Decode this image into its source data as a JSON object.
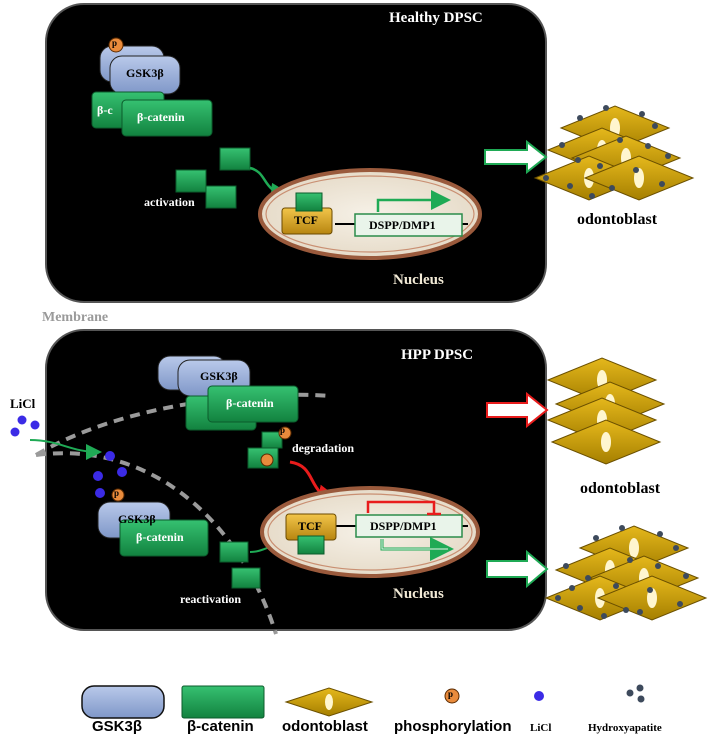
{
  "top_panel": {
    "title": "Healthy DPSC",
    "gsk_label": "GSK3β",
    "catenin_label": "β-catenin",
    "catenin_back_label": "β-c",
    "phospho_mark": "p",
    "activation_label": "activation",
    "tcf_label": "TCF",
    "gene_label": "DSPP/DMP1",
    "nucleus_label": "Nucleus",
    "result_label": "odontoblast"
  },
  "membrane_label": "Membrane",
  "bottom_panel": {
    "title": "HPP DPSC",
    "licl_label": "LiCl",
    "gsk_label": "GSK3β",
    "gsk_inner_label": "GSK3β",
    "catenin_label": "β-catenin",
    "catenin_inner_label": "β-catenin",
    "degradation_label": "degradation",
    "reactivation_label": "reactivation",
    "tcf_label": "TCF",
    "gene_label": "DSPP/DMP1",
    "nucleus_label": "Nucleus",
    "result_label": "odontoblast",
    "phospho_mark": "p"
  },
  "legend": {
    "gsk": "GSK3β",
    "catenin": "β-catenin",
    "odontoblast": "odontoblast",
    "phosphorylation": "phosphorylation",
    "licl": "LiCl",
    "hydroxyapatite": "Hydroxyapatite",
    "phospho_mark": "p"
  },
  "colors": {
    "panel_bg": "#000000",
    "gsk_fill": "#9db3dc",
    "catenin_fill": "#1f9e55",
    "odontoblast_fill": "#c9a000",
    "tcf_fill": "#e0a91b",
    "phospho_fill": "#e98b3c",
    "licl_dot": "#3b2be6",
    "hydroxyapatite_dot": "#3d4a5c",
    "activation_arrow": "#1faa55",
    "inhibition_arrow": "#e81c1c"
  }
}
